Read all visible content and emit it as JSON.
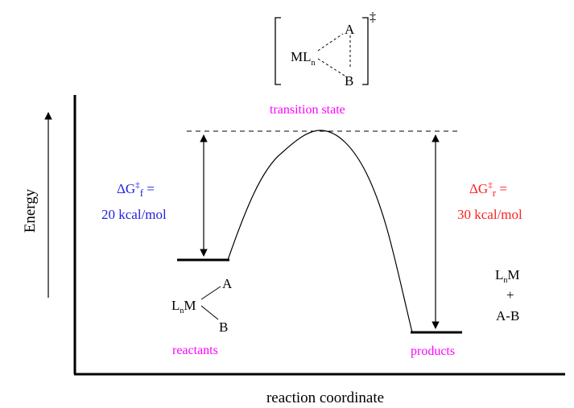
{
  "axes": {
    "x_label": "reaction coordinate",
    "y_label": "Energy"
  },
  "transition_state": {
    "label": "transition state",
    "complex": {
      "metal": "ML",
      "subscript": "n",
      "atom_a": "A",
      "atom_b": "B",
      "dagger": "‡"
    }
  },
  "forward_barrier": {
    "prefix": "ΔG",
    "dagger": "‡",
    "subscript": "f",
    "suffix": " =",
    "value": "20 kcal/mol"
  },
  "reverse_barrier": {
    "prefix": "ΔG",
    "dagger": "‡",
    "subscript": "r",
    "suffix": " =",
    "value": "30 kcal/mol"
  },
  "reactants": {
    "label": "reactants",
    "metal_l": "L",
    "subscript": "n",
    "metal_m": "M",
    "atom_a": "A",
    "atom_b": "B"
  },
  "products": {
    "label": "products",
    "metal_l": "L",
    "subscript": "n",
    "metal_m": "M",
    "plus": "+",
    "molecule": "A-B"
  },
  "colors": {
    "label_magenta": "#ff00ff",
    "forward_blue": "#2222dd",
    "reverse_red": "#ff2020",
    "ink": "#000000"
  }
}
